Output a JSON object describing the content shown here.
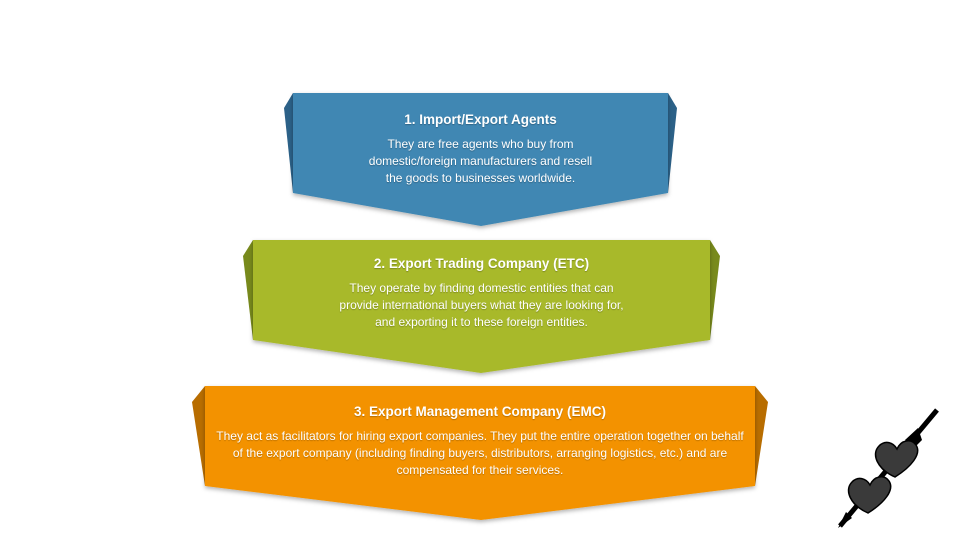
{
  "stages": [
    {
      "title": "1. Import/Export Agents",
      "description": "They are free agents who buy from domestic/foreign manufacturers and resell the goods to businesses worldwide.",
      "color": "#3f87b3",
      "shade": "#2c6188"
    },
    {
      "title": "2. Export Trading Company (ETC)",
      "description": "They operate by finding domestic entities that can provide international buyers what they are looking for, and exporting it to these foreign entities.",
      "color": "#a8b92a",
      "shade": "#788a1c"
    },
    {
      "title": "3. Export Management Company (EMC)",
      "description": "They act as facilitators for hiring export companies. They put the entire operation together on behalf of the export company (including finding buyers, distributors, arranging logistics, etc.) and are compensated for their services.",
      "color": "#f39200",
      "shade": "#b86d00"
    }
  ],
  "decoration": {
    "icon": "hearts-arrow-icon"
  }
}
